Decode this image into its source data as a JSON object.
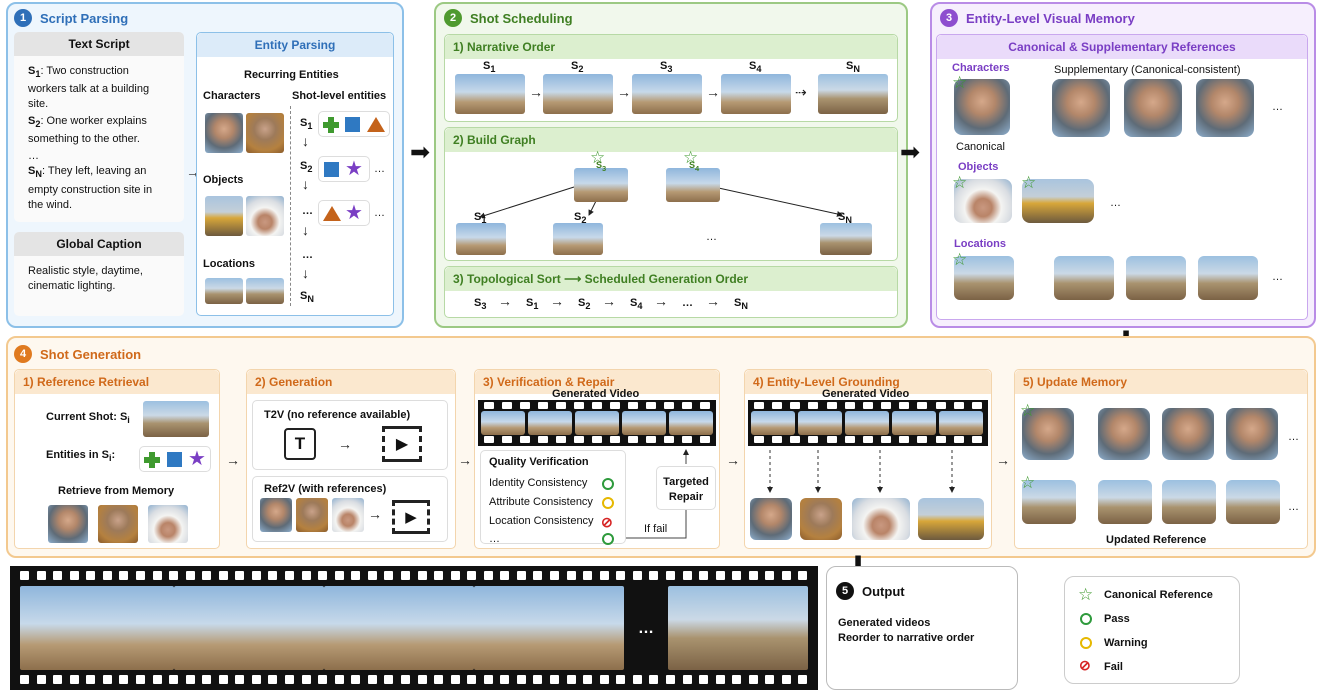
{
  "panel1": {
    "num": "1",
    "title": "Script Parsing",
    "text_script_head": "Text Script",
    "s1": "S",
    "s1_sub": "1",
    "s1_text": ": Two construction workers talk at a building site.",
    "s2": "S",
    "s2_sub": "2",
    "s2_text": ": One worker explains something to the other.",
    "ellipsis": "…",
    "sn": "S",
    "sn_sub": "N",
    "sn_text": ": They left, leaving an empty construction site in the wind.",
    "global_caption_head": "Global Caption",
    "global_caption_text": "Realistic style, daytime, cinematic lighting.",
    "entity_parsing_head": "Entity Parsing",
    "recurring": "Recurring Entities",
    "characters": "Characters",
    "shot_level": "Shot-level entities",
    "objects": "Objects",
    "locations": "Locations",
    "shot_labels": [
      "S",
      "S",
      "…",
      "…",
      "S"
    ],
    "shot_subs": [
      "1",
      "2",
      "",
      "",
      "N"
    ],
    "dots": "…"
  },
  "panel2": {
    "num": "2",
    "title": "Shot Scheduling",
    "narrative_head": "1) Narrative Order",
    "narrative_labels": [
      "S",
      "S",
      "S",
      "S",
      "S"
    ],
    "narrative_subs": [
      "1",
      "2",
      "3",
      "4",
      "N"
    ],
    "graph_head": "2) Build Graph",
    "graph_top_labels": [
      "S",
      "S"
    ],
    "graph_top_subs": [
      "3",
      "4"
    ],
    "graph_bottom_labels": [
      "S",
      "S",
      "S"
    ],
    "graph_bottom_subs": [
      "1",
      "2",
      "N"
    ],
    "graph_ellipsis": "…",
    "topo_head": "3) Topological Sort",
    "topo_tail": "Scheduled Generation Order",
    "topo_seq": [
      "S",
      "S",
      "S",
      "S",
      "…",
      "S"
    ],
    "topo_subs": [
      "3",
      "1",
      "2",
      "4",
      "",
      "N"
    ]
  },
  "panel3": {
    "num": "3",
    "title": "Entity-Level Visual Memory",
    "head": "Canonical & Supplementary References",
    "characters": "Characters",
    "supplementary": "Supplementary (Canonical-consistent)",
    "canonical": "Canonical",
    "objects": "Objects",
    "locations": "Locations",
    "dots": "…"
  },
  "panel4": {
    "num": "4",
    "title": "Shot Generation",
    "retrieval_head": "1) Reference Retrieval",
    "current_shot": "Current Shot: S",
    "current_sub": "i",
    "entities_in": "Entities in S",
    "entities_sub": "i",
    "entities_colon": ":",
    "retrieve": "Retrieve from Memory",
    "generation_head": "2) Generation",
    "t2v": "T2V (no reference available)",
    "t_icon": "T",
    "ref2v": "Ref2V (with references)",
    "verify_head": "3) Verification & Repair",
    "generated_video": "Generated Video",
    "quality": "Quality Verification",
    "checks": [
      "Identity Consistency",
      "Attribute Consistency",
      "Location Consistency",
      "…"
    ],
    "targeted": "Targeted",
    "repair": "Repair",
    "if_fail": "If fail",
    "grounding_head": "4) Entity-Level Grounding",
    "generated_video2": "Generated Video",
    "update_head": "5) Update Memory",
    "updated": "Updated Reference",
    "dots": "…"
  },
  "panel5": {
    "num": "5",
    "title": "Output",
    "line1": "Generated videos",
    "line2": "Reorder to narrative order",
    "film_dots": "…"
  },
  "legend": {
    "canonical": "Canonical Reference",
    "pass": "Pass",
    "warning": "Warning",
    "fail": "Fail"
  },
  "colors": {
    "blue": "#2f6fb8",
    "green": "#4f9a2f",
    "purple": "#8e4ecf",
    "orange": "#e07a1f",
    "pass": "#2e9a3c",
    "warning": "#e6b800",
    "fail": "#d62424"
  }
}
